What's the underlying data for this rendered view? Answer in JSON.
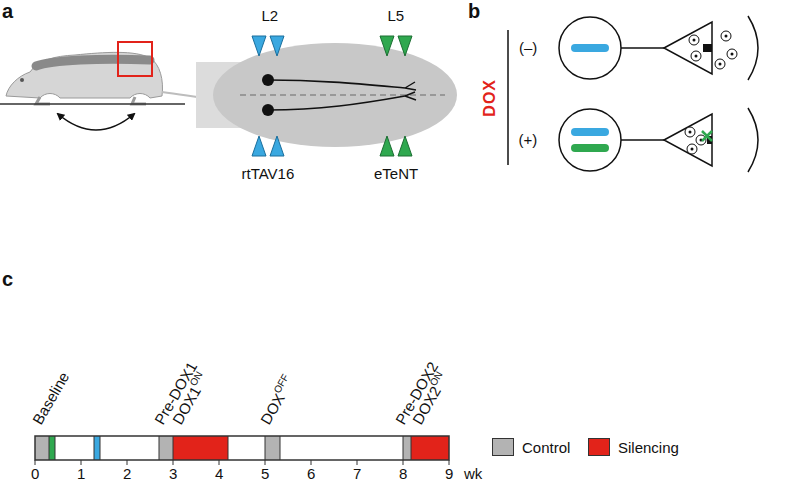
{
  "diagram": {
    "labels": [
      "a",
      "L2",
      "L5",
      "rtTAV16",
      "eTeNT",
      "b",
      "DOX",
      "(–)",
      "(+)",
      "c",
      "Baseline",
      "Pre-DOX1",
      "DOX1",
      "ON",
      "DOX",
      "OFF",
      "Pre-DOX2",
      "DOX2",
      "ON",
      "0",
      "1",
      "2",
      "3",
      "4",
      "5",
      "6",
      "7",
      "8",
      "9",
      "wk"
    ],
    "legend": [
      {
        "text": "Control",
        "color": "#b3b3b3"
      },
      {
        "text": "Silencing",
        "color": "#e2231a"
      }
    ]
  }
}
